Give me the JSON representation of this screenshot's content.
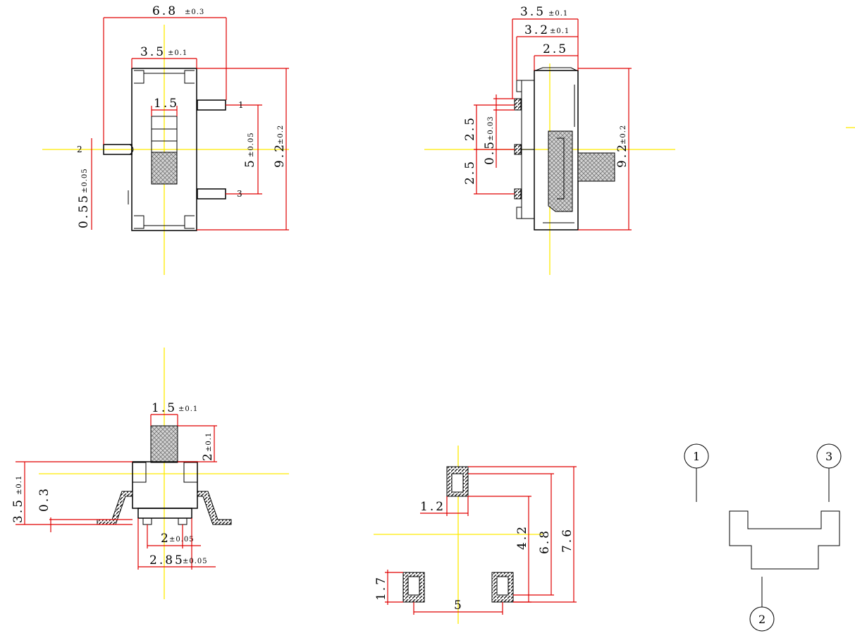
{
  "top_view": {
    "width": "6.8",
    "width_tol": "±0.3",
    "body": "3.5",
    "body_tol": "±0.1",
    "actuator": "1.5",
    "pitch": "5",
    "pitch_tol": "±0.05",
    "length": "9.2",
    "length_tol": "±0.2",
    "offset": "0.55",
    "offset_tol": "±0.05",
    "pin1": "1",
    "pin2": "2",
    "pin3": "3"
  },
  "side_view": {
    "d1": "3.5",
    "d1_tol": "±0.1",
    "d2": "3.2",
    "d2_tol": "±0.1",
    "d3": "2.5",
    "p_upper": "2.5",
    "p_mid": "0.5",
    "p_mid_tol": "±0.03",
    "p_lower": "2.5",
    "length": "9.2",
    "length_tol": "±0.2"
  },
  "front_view": {
    "actuator": "1.5",
    "actuator_tol": "±0.1",
    "height_act": "2",
    "height_act_tol": "±0.1",
    "height": "3.5",
    "height_tol": "±0.1",
    "standoff": "0.3",
    "pad_inner": "2",
    "pad_inner_tol": "±0.05",
    "pad_outer": "2.85",
    "pad_outer_tol": "±0.05"
  },
  "pcb_layout": {
    "pad_w": "1.2",
    "d_42": "4.2",
    "d_68": "6.8",
    "d_76": "7.6",
    "pad_h": "1.7",
    "pitch": "5"
  },
  "schematic": {
    "n1": "1",
    "n2": "2",
    "n3": "3"
  }
}
